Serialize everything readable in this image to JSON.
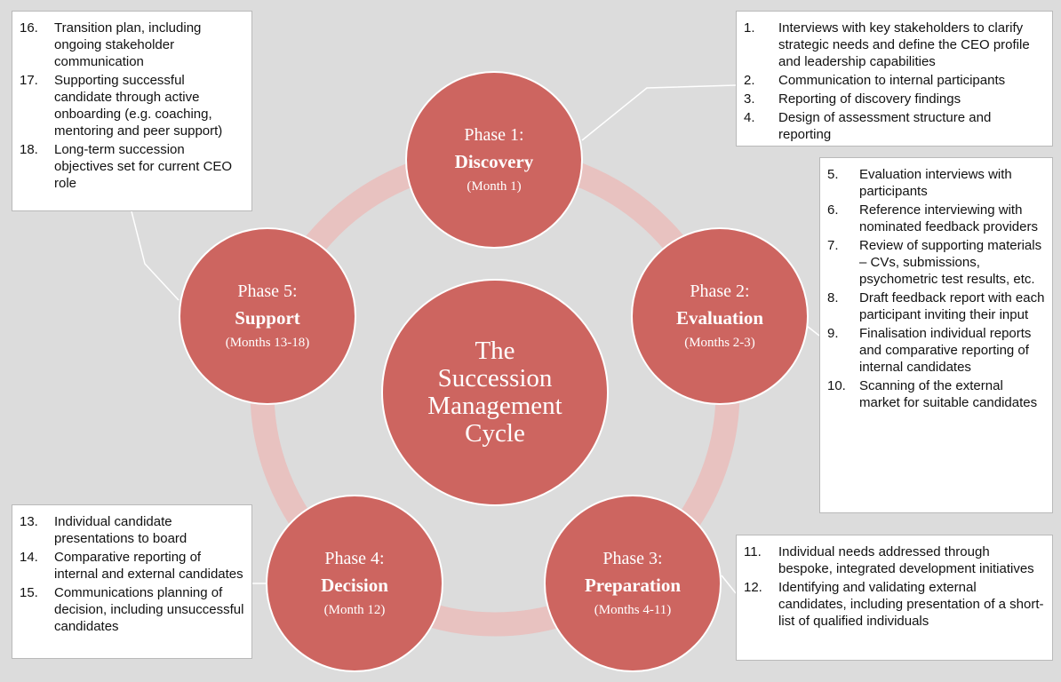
{
  "colors": {
    "background": "#dcdcdc",
    "phase_circle": "#cd6560",
    "ring": "#e8c2c0",
    "box_border": "#b9b9b9",
    "connector": "#ffffff"
  },
  "center": {
    "lines": [
      "The",
      "Succession",
      "Management",
      "Cycle"
    ]
  },
  "phases": [
    {
      "phase": "Phase 1:",
      "name": "Discovery",
      "months": "(Month 1)"
    },
    {
      "phase": "Phase 2:",
      "name": "Evaluation",
      "months": "(Months 2-3)"
    },
    {
      "phase": "Phase 3:",
      "name": "Preparation",
      "months": "(Months 4-11)"
    },
    {
      "phase": "Phase 4:",
      "name": "Decision",
      "months": "(Month 12)"
    },
    {
      "phase": "Phase 5:",
      "name": "Support",
      "months": "(Months 13-18)"
    }
  ],
  "boxes": {
    "discovery": [
      {
        "num": "1.",
        "text": "Interviews with key stakeholders to clarify strategic needs and define the CEO profile and leadership capabilities"
      },
      {
        "num": "2.",
        "text": "Communication to internal participants"
      },
      {
        "num": "3.",
        "text": "Reporting of discovery findings"
      },
      {
        "num": "4.",
        "text": "Design of assessment structure and reporting"
      }
    ],
    "evaluation": [
      {
        "num": "5.",
        "text": "Evaluation interviews with participants"
      },
      {
        "num": "6.",
        "text": "Reference interviewing with nominated feedback providers"
      },
      {
        "num": "7.",
        "text": "Review of supporting materials – CVs, submissions, psychometric test results, etc."
      },
      {
        "num": "8.",
        "text": "Draft feedback report with each participant inviting their input"
      },
      {
        "num": "9.",
        "text": "Finalisation individual reports and comparative reporting of internal candidates"
      },
      {
        "num": "10.",
        "text": "Scanning of the external market for suitable candidates"
      }
    ],
    "preparation": [
      {
        "num": "11.",
        "text": "Individual needs addressed through bespoke, integrated development initiatives"
      },
      {
        "num": "12.",
        "text": "Identifying and validating external candidates, including presentation of a short-list of qualified individuals"
      }
    ],
    "decision": [
      {
        "num": "13.",
        "text": "Individual candidate presentations to board"
      },
      {
        "num": "14.",
        "text": "Comparative reporting of internal and external candidates"
      },
      {
        "num": "15.",
        "text": "Communications planning of decision, including unsuccessful candidates"
      }
    ],
    "support": [
      {
        "num": "16.",
        "text": "Transition plan, including ongoing stakeholder communication"
      },
      {
        "num": "17.",
        "text": "Supporting successful candidate through active onboarding (e.g. coaching, mentoring and peer support)"
      },
      {
        "num": "18.",
        "text": "Long-term succession objectives set for current CEO role"
      }
    ]
  }
}
